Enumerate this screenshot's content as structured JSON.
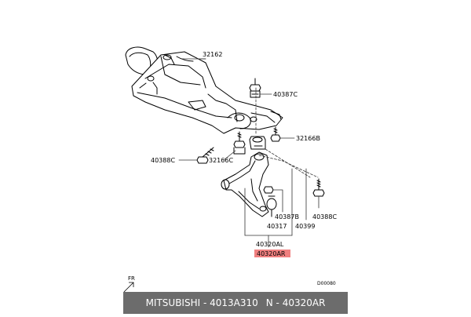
{
  "diagram": {
    "part_labels": {
      "crossmember": "32162",
      "nut_upper": "40387C",
      "bolt_right": "32166B",
      "bolt_left": "40388C",
      "bolt_left_small": "32166C",
      "arm_nut": "40387B",
      "bolt_far_right": "40388C",
      "lower_arm": "40317",
      "bushing": "40399",
      "assembly_left": "40320AL",
      "assembly_right": "40320AR"
    },
    "front_indicator": "FR",
    "diagram_code": "D00080",
    "highlight_color": "#f08080"
  },
  "footer": {
    "brand_part": "MITSUBISHI - 4013A310",
    "oem_part": "N - 40320AR"
  }
}
